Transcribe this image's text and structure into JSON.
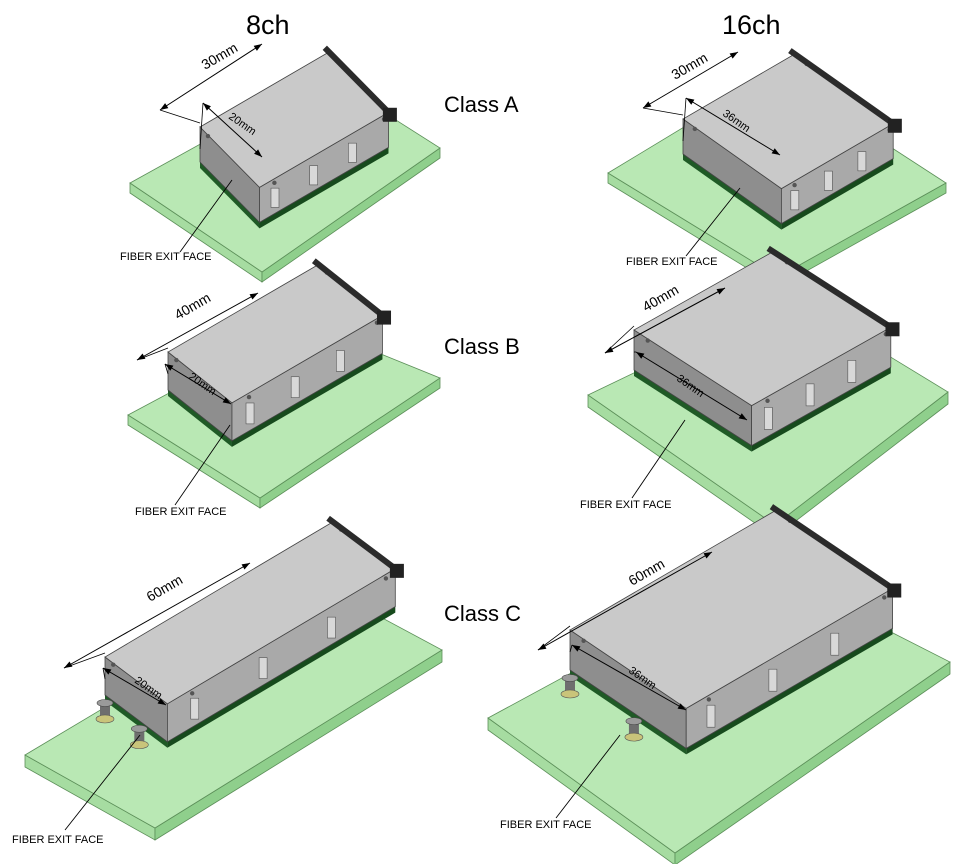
{
  "columns": {
    "left": "8ch",
    "right": "16ch"
  },
  "classes": [
    "Class A",
    "Class B",
    "Class C"
  ],
  "colors": {
    "board_top": "#b9e8b4",
    "board_side": "#8fcf8c",
    "board_front": "#a6dca1",
    "pcb": "#1f5a26",
    "module_top": "#c9c9c9",
    "module_front": "#8e8e8e",
    "module_side": "#a9a9a9",
    "connector": "#2b2b2b",
    "line": "#000000"
  },
  "panels": [
    {
      "class": "Class A",
      "channels": "8ch",
      "length_label": "30mm",
      "width_label": "20mm",
      "fiber_label": "FIBER EXIT FACE",
      "standoffs": false
    },
    {
      "class": "Class A",
      "channels": "16ch",
      "length_label": "30mm",
      "width_label": "36mm",
      "fiber_label": "FIBER EXIT FACE",
      "standoffs": false
    },
    {
      "class": "Class B",
      "channels": "8ch",
      "length_label": "40mm",
      "width_label": "20mm",
      "fiber_label": "FIBER EXIT FACE",
      "standoffs": false
    },
    {
      "class": "Class B",
      "channels": "16ch",
      "length_label": "40mm",
      "width_label": "36mm",
      "fiber_label": "FIBER EXIT FACE",
      "standoffs": false
    },
    {
      "class": "Class C",
      "channels": "8ch",
      "length_label": "60mm",
      "width_label": "20mm",
      "fiber_label": "FIBER EXIT FACE",
      "standoffs": true
    },
    {
      "class": "Class C",
      "channels": "16ch",
      "length_label": "60mm",
      "width_label": "36mm",
      "fiber_label": "FIBER EXIT FACE",
      "standoffs": true
    }
  ]
}
